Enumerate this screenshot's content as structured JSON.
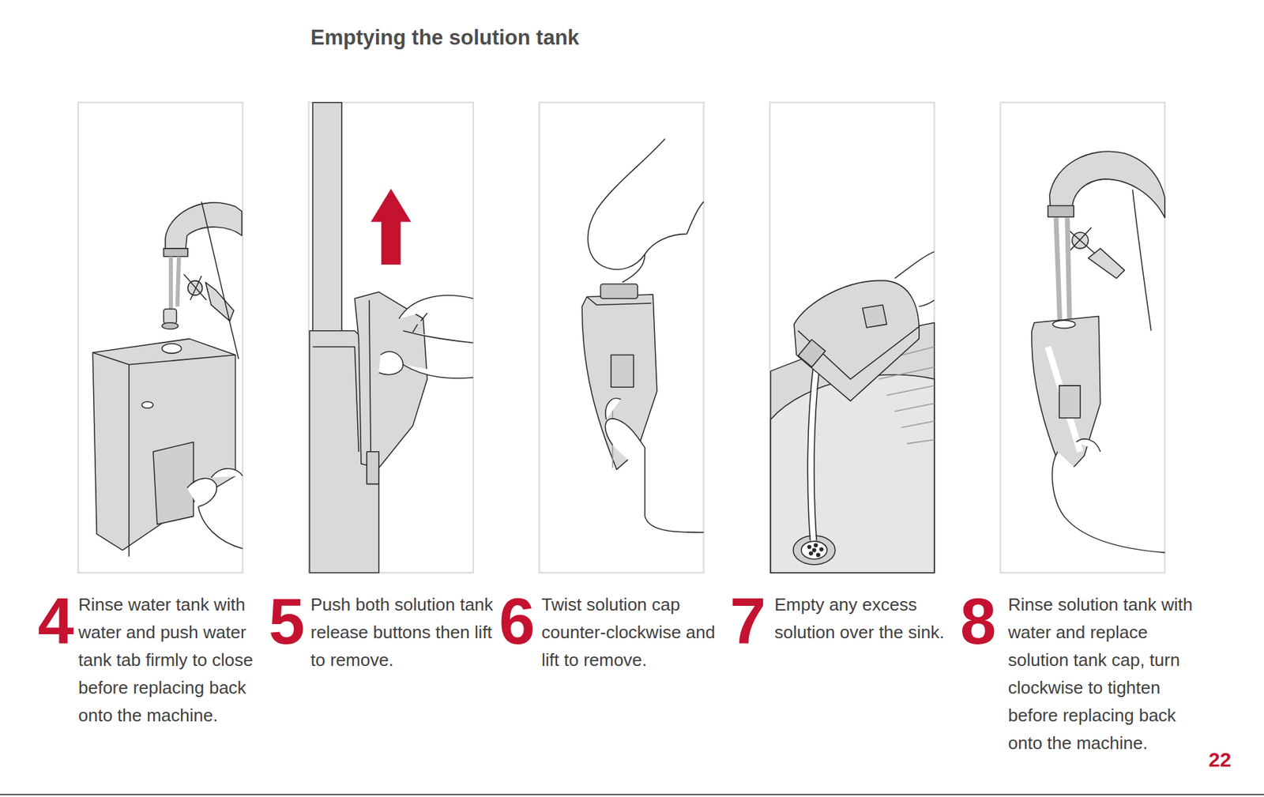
{
  "diagram": {
    "title": "Emptying the solution tank",
    "labels": [
      "4",
      "Rinse water tank with water and push water tank tab firmly to close before replacing back onto the machine.",
      "5",
      "Push both solution tank release buttons then lift to remove.",
      "6",
      "Twist solution cap counter-clockwise and lift to remove.",
      "7",
      "Empty any excess solution over the sink.",
      "8",
      "Rinse solution tank with water and replace solution tank cap, turn clockwise to tighten before replacing back onto the machine.",
      "22"
    ]
  }
}
